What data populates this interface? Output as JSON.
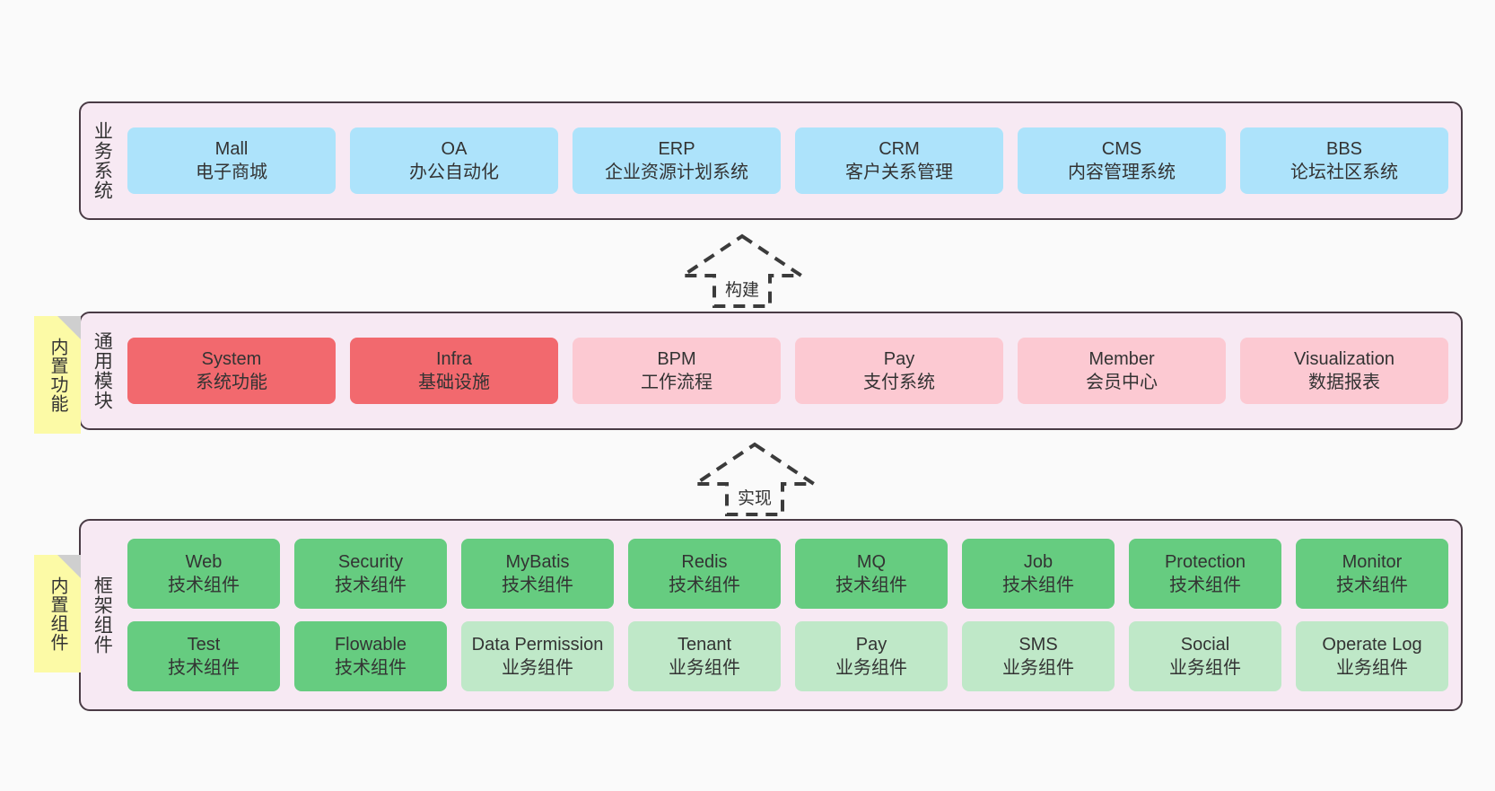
{
  "diagram": {
    "background_color": "#fafafa",
    "panel_color": "#f7e9f3",
    "panel_border_color": "#4a3b45",
    "sticky_color": "#fcfaa6",
    "sticky_fold_color": "#cfcfcf"
  },
  "layers": [
    {
      "id": "business-system",
      "title": "业务系统",
      "sticky": null,
      "rows": [
        {
          "cards": [
            {
              "name": "Mall",
              "desc": "电子商城",
              "color": "#ade3fb",
              "style": "blue"
            },
            {
              "name": "OA",
              "desc": "办公自动化",
              "color": "#ade3fb",
              "style": "blue"
            },
            {
              "name": "ERP",
              "desc": "企业资源计划系统",
              "color": "#ade3fb",
              "style": "blue"
            },
            {
              "name": "CRM",
              "desc": "客户关系管理",
              "color": "#ade3fb",
              "style": "blue"
            },
            {
              "name": "CMS",
              "desc": "内容管理系统",
              "color": "#ade3fb",
              "style": "blue"
            },
            {
              "name": "BBS",
              "desc": "论坛社区系统",
              "color": "#ade3fb",
              "style": "blue"
            }
          ]
        }
      ]
    },
    {
      "id": "common-module",
      "title": "通用模块",
      "sticky": "内置功能",
      "rows": [
        {
          "cards": [
            {
              "name": "System",
              "desc": "系统功能",
              "color": "#f2696e",
              "style": "red"
            },
            {
              "name": "Infra",
              "desc": "基础设施",
              "color": "#f2696e",
              "style": "red"
            },
            {
              "name": "BPM",
              "desc": "工作流程",
              "color": "#fcc9d2",
              "style": "pinkish"
            },
            {
              "name": "Pay",
              "desc": "支付系统",
              "color": "#fcc9d2",
              "style": "pinkish"
            },
            {
              "name": "Member",
              "desc": "会员中心",
              "color": "#fcc9d2",
              "style": "pinkish"
            },
            {
              "name": "Visualization",
              "desc": "数据报表",
              "color": "#fcc9d2",
              "style": "pinkish"
            }
          ]
        }
      ]
    },
    {
      "id": "framework-component",
      "title": "框架组件",
      "sticky": "内置组件",
      "rows": [
        {
          "cards": [
            {
              "name": "Web",
              "desc": "技术组件",
              "color": "#66cc80",
              "style": "green"
            },
            {
              "name": "Security",
              "desc": "技术组件",
              "color": "#66cc80",
              "style": "green"
            },
            {
              "name": "MyBatis",
              "desc": "技术组件",
              "color": "#66cc80",
              "style": "green"
            },
            {
              "name": "Redis",
              "desc": "技术组件",
              "color": "#66cc80",
              "style": "green"
            },
            {
              "name": "MQ",
              "desc": "技术组件",
              "color": "#66cc80",
              "style": "green"
            },
            {
              "name": "Job",
              "desc": "技术组件",
              "color": "#66cc80",
              "style": "green"
            },
            {
              "name": "Protection",
              "desc": "技术组件",
              "color": "#66cc80",
              "style": "green"
            },
            {
              "name": "Monitor",
              "desc": "技术组件",
              "color": "#66cc80",
              "style": "green"
            }
          ]
        },
        {
          "cards": [
            {
              "name": "Test",
              "desc": "技术组件",
              "color": "#66cc80",
              "style": "green"
            },
            {
              "name": "Flowable",
              "desc": "技术组件",
              "color": "#66cc80",
              "style": "green"
            },
            {
              "name": "Data Permission",
              "desc": "业务组件",
              "color": "#bfe8c8",
              "style": "lgreen"
            },
            {
              "name": "Tenant",
              "desc": "业务组件",
              "color": "#bfe8c8",
              "style": "lgreen"
            },
            {
              "name": "Pay",
              "desc": "业务组件",
              "color": "#bfe8c8",
              "style": "lgreen"
            },
            {
              "name": "SMS",
              "desc": "业务组件",
              "color": "#bfe8c8",
              "style": "lgreen"
            },
            {
              "name": "Social",
              "desc": "业务组件",
              "color": "#bfe8c8",
              "style": "lgreen"
            },
            {
              "name": "Operate Log",
              "desc": "业务组件",
              "color": "#bfe8c8",
              "style": "lgreen"
            }
          ]
        }
      ]
    }
  ],
  "connectors": [
    {
      "id": "build-arrow",
      "label": "构建",
      "direction": "up",
      "style": "dashed-block-arrow"
    },
    {
      "id": "implement-arrow",
      "label": "实现",
      "direction": "up",
      "style": "dashed-block-arrow"
    }
  ]
}
